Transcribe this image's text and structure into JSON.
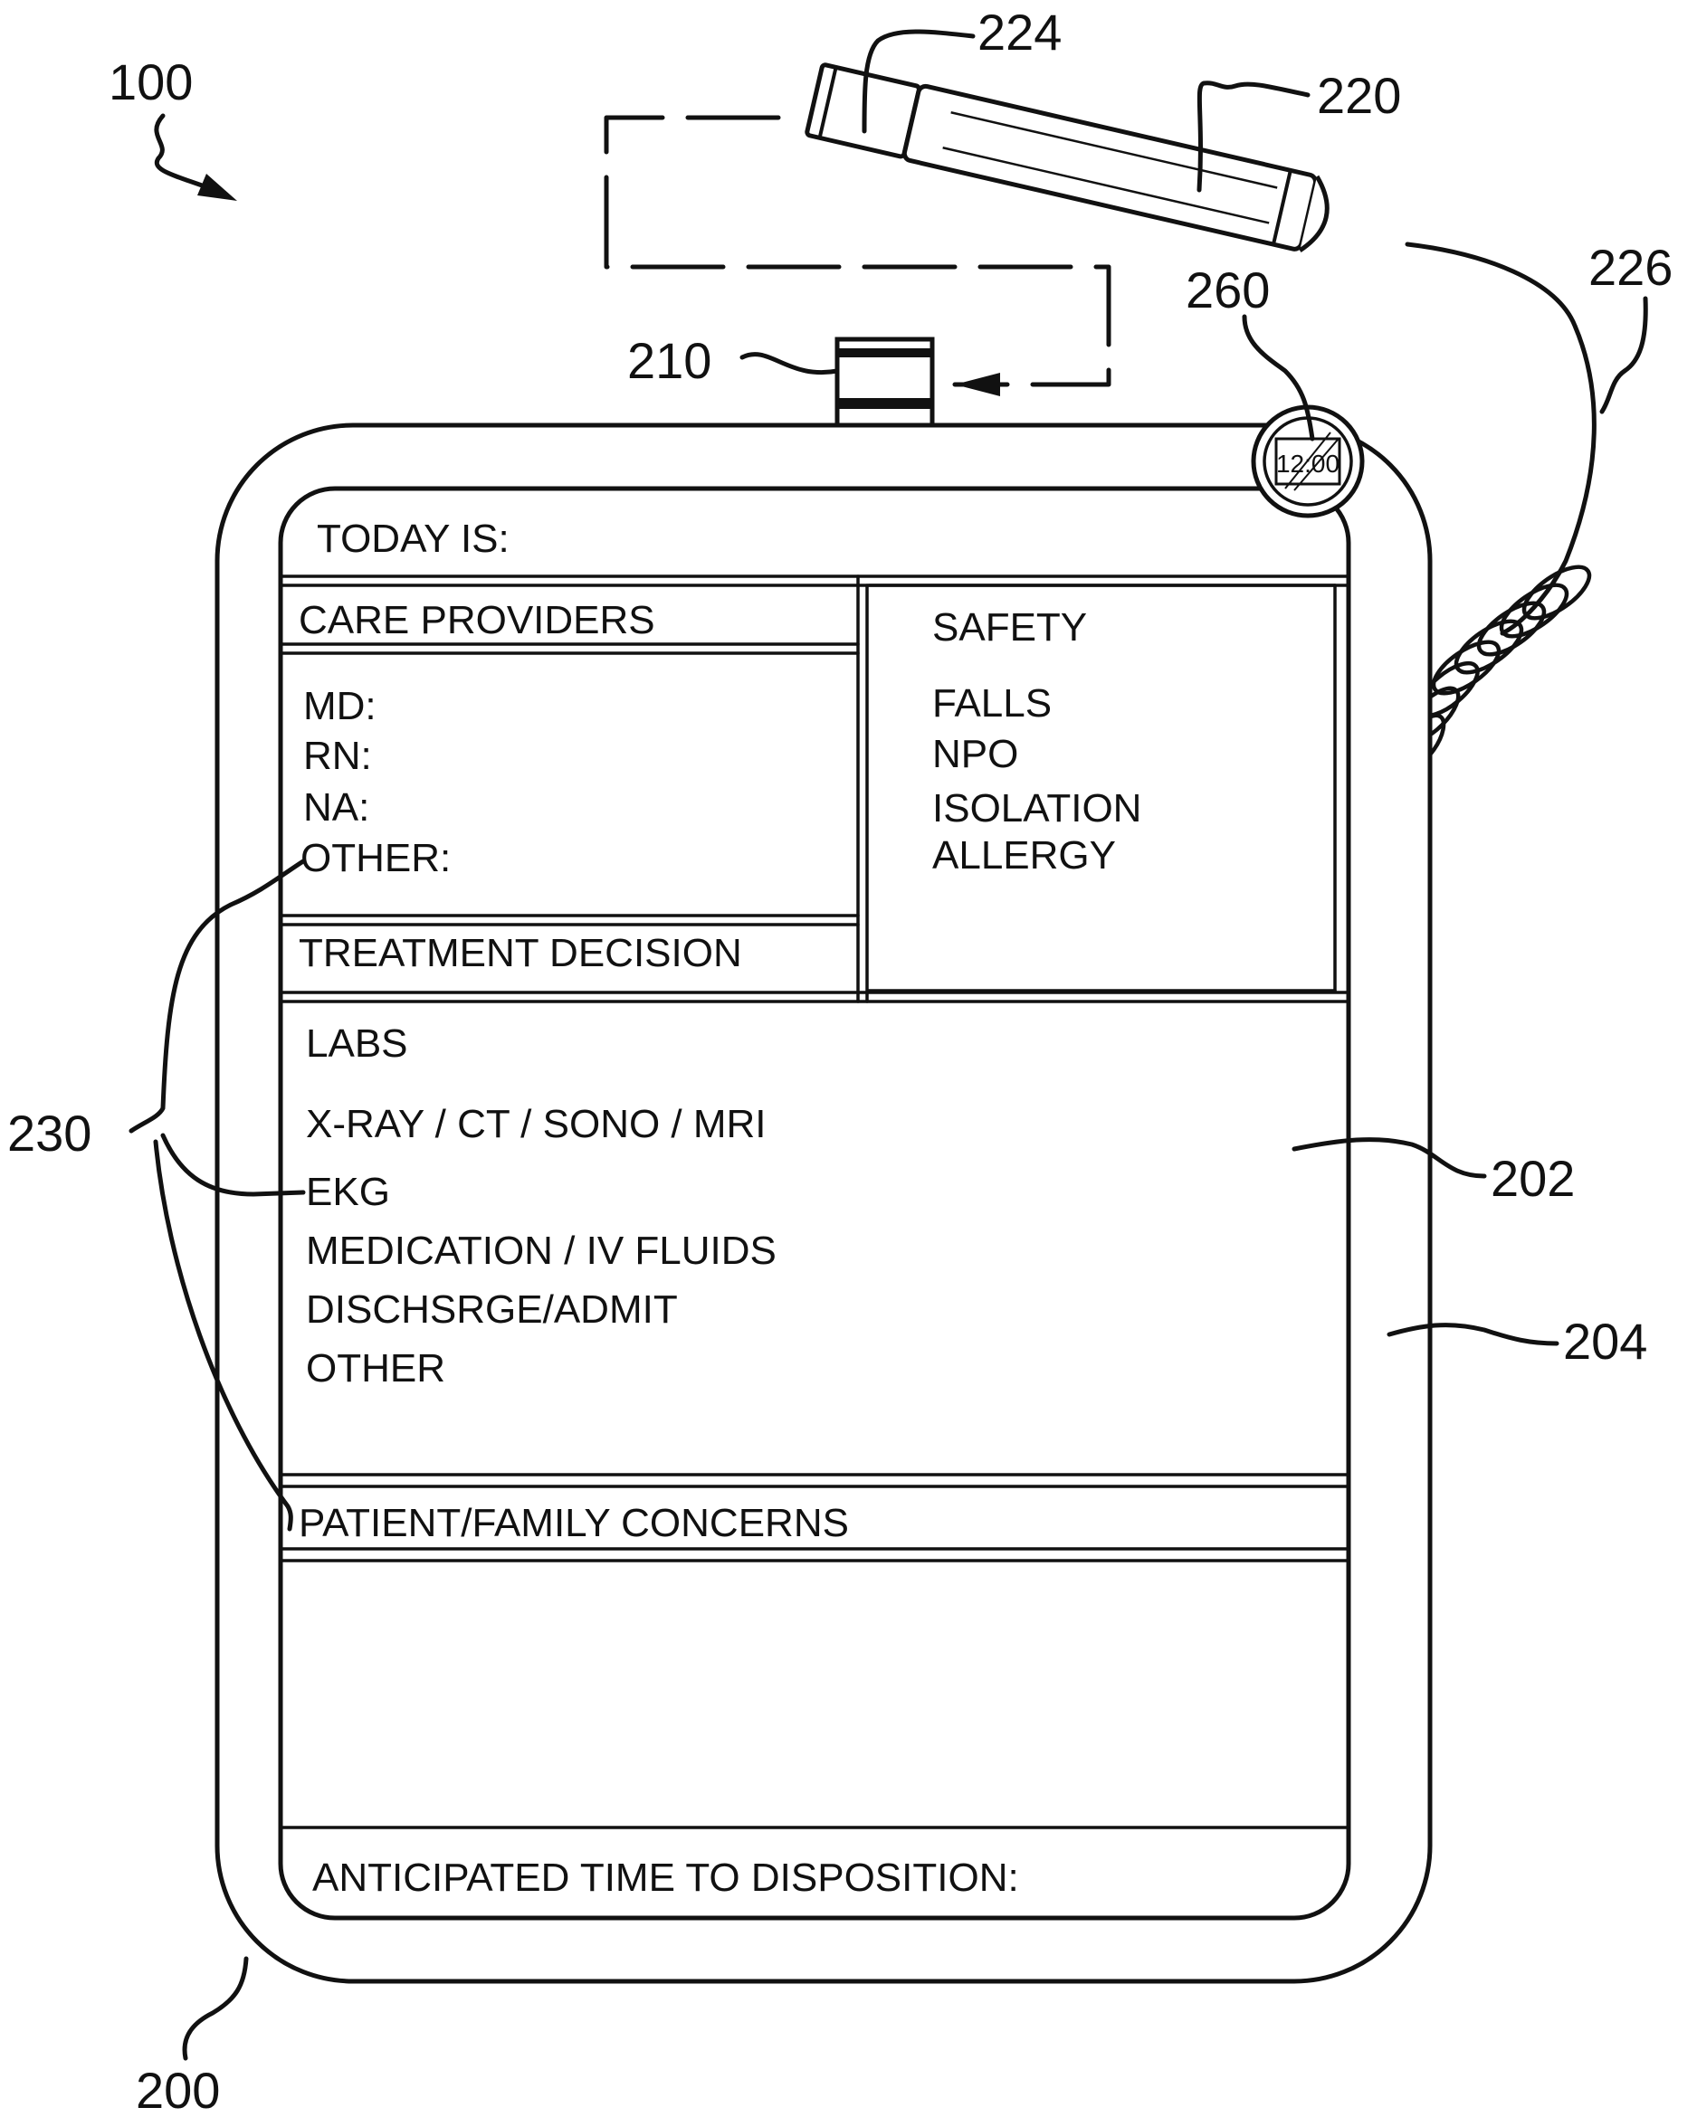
{
  "refs": {
    "r100": "100",
    "r224": "224",
    "r220": "220",
    "r226": "226",
    "r260": "260",
    "r210": "210",
    "r230": "230",
    "r202": "202",
    "r204": "204",
    "r200": "200"
  },
  "clock": {
    "time": "12:00"
  },
  "board": {
    "today": "TODAY IS:",
    "care_header": "CARE PROVIDERS",
    "care_items": [
      "MD:",
      "RN:",
      "NA:",
      "OTHER:"
    ],
    "treatment": "TREATMENT DECISION",
    "safety_header": "SAFETY",
    "safety_items": [
      "FALLS",
      "NPO",
      "ISOLATION",
      "ALLERGY"
    ],
    "labs_items": [
      "LABS",
      "X-RAY / CT / SONO / MRI",
      "EKG",
      "MEDICATION / IV FLUIDS",
      "DISCHSRGE/ADMIT",
      "OTHER"
    ],
    "concerns": "PATIENT/FAMILY CONCERNS",
    "disposition": "ANTICIPATED TIME TO DISPOSITION:"
  }
}
